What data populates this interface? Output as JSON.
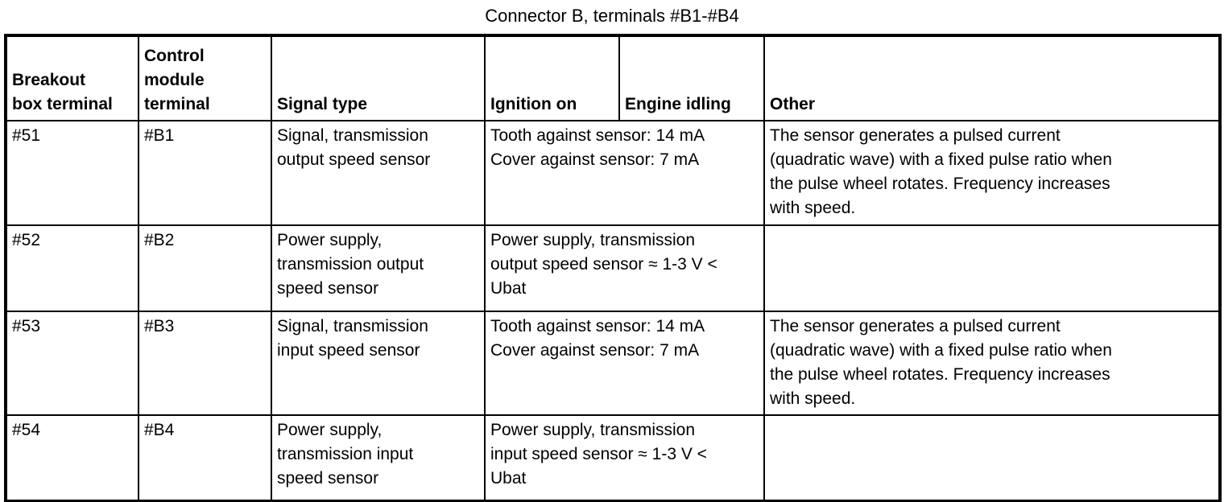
{
  "title": "Connector B, terminals #B1-#B4",
  "table": {
    "headers": {
      "breakout_box_terminal": "Breakout\nbox terminal",
      "control_module_terminal": "Control\nmodule\nterminal",
      "signal_type": "Signal type",
      "ignition_on": "Ignition on",
      "engine_idling": "Engine idling",
      "other": "Other"
    },
    "rows": [
      {
        "breakout_box_terminal": "#51",
        "control_module_terminal": "#B1",
        "signal_type": "Signal, transmission\noutput speed sensor",
        "ignition_engine_value": "Tooth against sensor: 14 mA\nCover against sensor: 7 mA",
        "other": "The sensor generates a pulsed current\n(quadratic wave) with a fixed pulse ratio when\nthe pulse wheel rotates. Frequency increases\nwith speed."
      },
      {
        "breakout_box_terminal": "#52",
        "control_module_terminal": "#B2",
        "signal_type": "Power supply,\ntransmission output\nspeed sensor",
        "ignition_engine_value": "Power supply, transmission\noutput speed sensor ≈ 1-3 V <\nUbat",
        "other": ""
      },
      {
        "breakout_box_terminal": "#53",
        "control_module_terminal": "#B3",
        "signal_type": "Signal, transmission\ninput speed sensor",
        "ignition_engine_value": "Tooth against sensor: 14 mA\nCover against sensor: 7 mA",
        "other": "The sensor generates a pulsed current\n(quadratic wave) with a fixed pulse ratio when\nthe pulse wheel rotates. Frequency increases\nwith speed."
      },
      {
        "breakout_box_terminal": "#54",
        "control_module_terminal": "#B4",
        "signal_type": "Power supply,\ntransmission input\nspeed sensor",
        "ignition_engine_value": "Power supply, transmission\ninput speed sensor ≈ 1-3 V <\nUbat",
        "other": ""
      }
    ]
  }
}
